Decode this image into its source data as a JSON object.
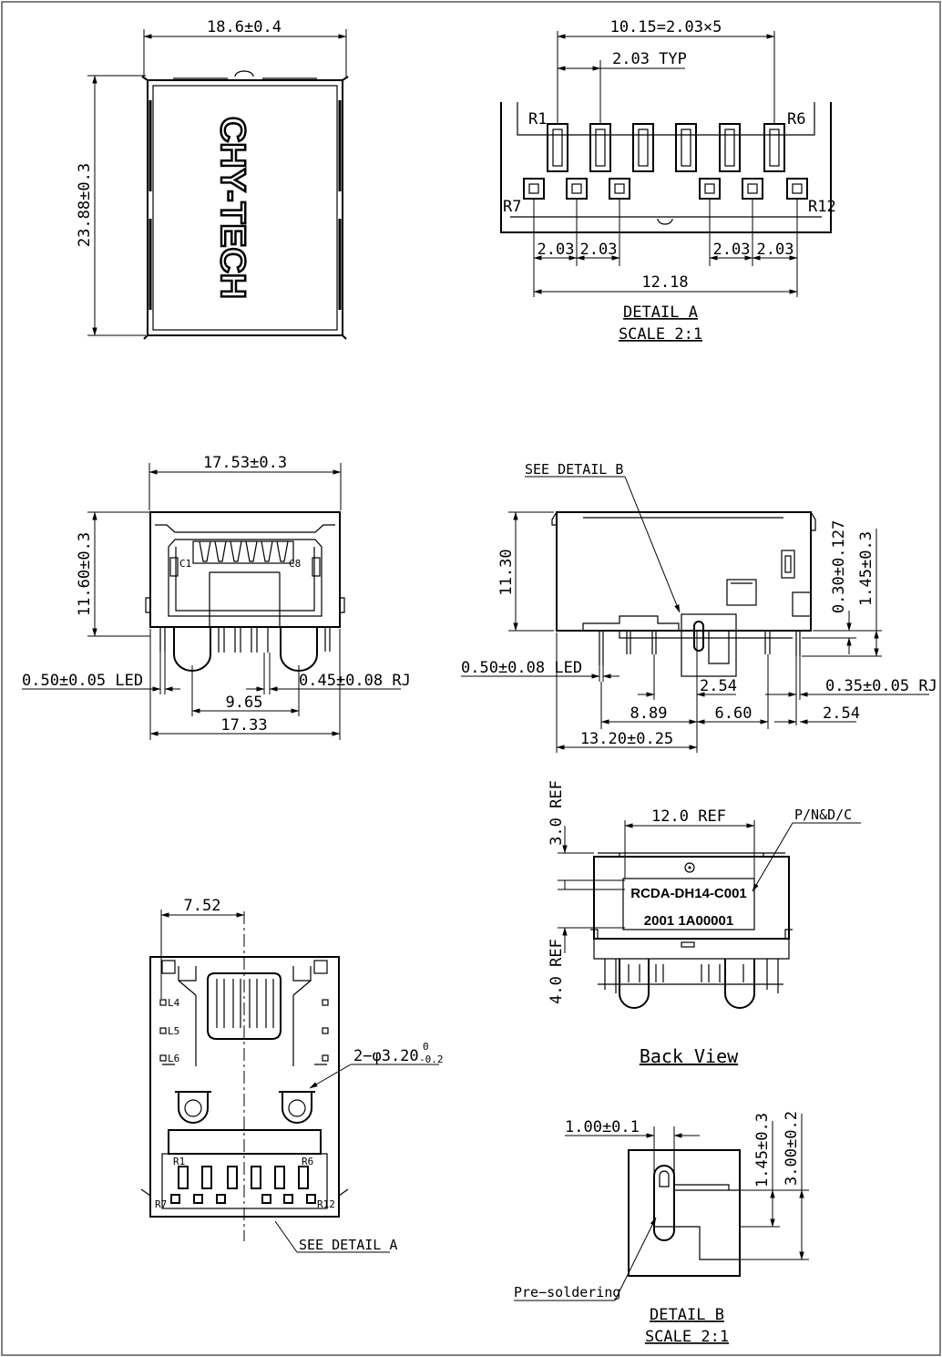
{
  "top_view": {
    "width_dim": "18.6±0.4",
    "height_dim": "23.88±0.3",
    "logo_text": "CHY-TECH"
  },
  "detail_a": {
    "pitch_total": "10.15=2.03×5",
    "pitch_typ": "2.03 TYP",
    "row_top_first": "R1",
    "row_top_last": "R6",
    "row_bottom_first": "R7",
    "row_bottom_last": "R12",
    "gaps": [
      "2.03",
      "2.03",
      "2.03",
      "2.03"
    ],
    "overall": "12.18",
    "title": "DETAIL  A",
    "scale": "SCALE  2:1"
  },
  "front_view": {
    "width_top": "17.53±0.3",
    "height": "11.60±0.3",
    "contact_first": "C1",
    "contact_last": "C8",
    "led_pin": "0.50±0.05  LED",
    "rj_pin": "0.45±0.08  RJ",
    "post_spacing": "9.65",
    "width_bottom": "17.33"
  },
  "side_view": {
    "see_detail": "SEE  DETAIL  B",
    "height": "11.30",
    "thickness": "0.30±0.127",
    "standoff": "1.45±0.3",
    "led_pin": "0.50±0.08  LED",
    "pitch_a": "2.54",
    "rj_pin": "0.35±0.05  RJ",
    "dist_a": "8.89",
    "dist_b": "6.60",
    "pitch_b": "2.54",
    "depth": "13.20±0.25"
  },
  "bottom_view": {
    "offset": "7.52",
    "led_labels": [
      "L4",
      "L5",
      "L6"
    ],
    "hole_note": "2−φ3.20",
    "hole_tol_upper": "0",
    "hole_tol_lower": "-0.2",
    "row_top_first": "R1",
    "row_top_last": "R6",
    "row_bottom_first": "R7",
    "row_bottom_last": "R12",
    "see_detail": "SEE  DETAIL  A"
  },
  "back_view": {
    "ref_top": "3.0  REF",
    "ref_width": "12.0  REF",
    "label_callout": "P/N&D/C",
    "part_number": "RCDA-DH14-C001",
    "date_code": "2001    1A00001",
    "ref_bottom": "4.0  REF",
    "title": "Back  View"
  },
  "detail_b": {
    "width": "1.00±0.1",
    "dim_a": "1.45±0.3",
    "dim_b": "3.00±0.2",
    "note": "Pre−soldering",
    "title": "DETAIL  B",
    "scale": "SCALE  2:1"
  }
}
